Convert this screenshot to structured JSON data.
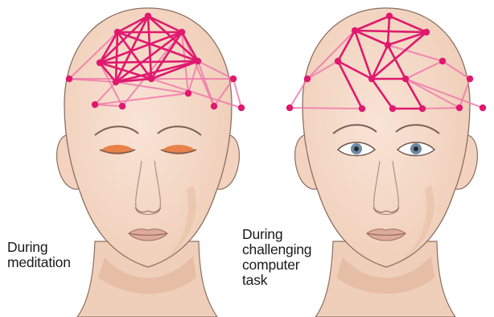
{
  "captions": {
    "left": [
      "During",
      "meditation"
    ],
    "right": [
      "During",
      "challenging",
      "computer",
      "task"
    ]
  },
  "colors": {
    "network": "#e0196e",
    "network_faint": "#f07aaa",
    "skin": "#f6dccb",
    "skin_shade": "#e8bfa6",
    "outline": "#8a6f62",
    "closed_eye": "#e8824a",
    "iris": "#6d8aa6"
  },
  "heads": [
    {
      "state": "eyes-closed",
      "strong_links": [
        [
          0,
          1
        ],
        [
          0,
          2
        ],
        [
          0,
          3
        ],
        [
          0,
          4
        ],
        [
          0,
          5
        ],
        [
          0,
          6
        ],
        [
          1,
          2
        ],
        [
          1,
          3
        ],
        [
          1,
          4
        ],
        [
          1,
          5
        ],
        [
          1,
          6
        ],
        [
          2,
          3
        ],
        [
          2,
          4
        ],
        [
          2,
          5
        ],
        [
          2,
          6
        ],
        [
          3,
          4
        ],
        [
          3,
          5
        ],
        [
          3,
          6
        ],
        [
          4,
          5
        ],
        [
          4,
          6
        ],
        [
          5,
          6
        ]
      ],
      "weak_links": [
        [
          7,
          1
        ],
        [
          7,
          4
        ],
        [
          8,
          4
        ],
        [
          8,
          9
        ],
        [
          9,
          3
        ],
        [
          10,
          2
        ],
        [
          10,
          6
        ],
        [
          11,
          10
        ],
        [
          11,
          12
        ],
        [
          12,
          5
        ],
        [
          13,
          2
        ],
        [
          13,
          6
        ],
        [
          7,
          11
        ],
        [
          8,
          13
        ],
        [
          4,
          13
        ],
        [
          6,
          11
        ],
        [
          2,
          9
        ]
      ]
    },
    {
      "state": "eyes-open",
      "strong_links": [
        [
          0,
          1
        ],
        [
          0,
          2
        ],
        [
          0,
          3
        ],
        [
          1,
          2
        ],
        [
          1,
          3
        ],
        [
          1,
          4
        ],
        [
          2,
          3
        ],
        [
          2,
          5
        ],
        [
          3,
          6
        ],
        [
          4,
          5
        ],
        [
          5,
          6
        ],
        [
          4,
          7
        ],
        [
          5,
          8
        ],
        [
          6,
          9
        ],
        [
          8,
          9
        ],
        [
          1,
          5
        ],
        [
          3,
          5
        ]
      ],
      "weak_links": [
        [
          10,
          1
        ],
        [
          10,
          4
        ],
        [
          11,
          10
        ],
        [
          12,
          3
        ],
        [
          12,
          6
        ],
        [
          13,
          12
        ],
        [
          14,
          13
        ],
        [
          14,
          6
        ],
        [
          15,
          6
        ],
        [
          11,
          7
        ],
        [
          14,
          9
        ]
      ]
    }
  ]
}
